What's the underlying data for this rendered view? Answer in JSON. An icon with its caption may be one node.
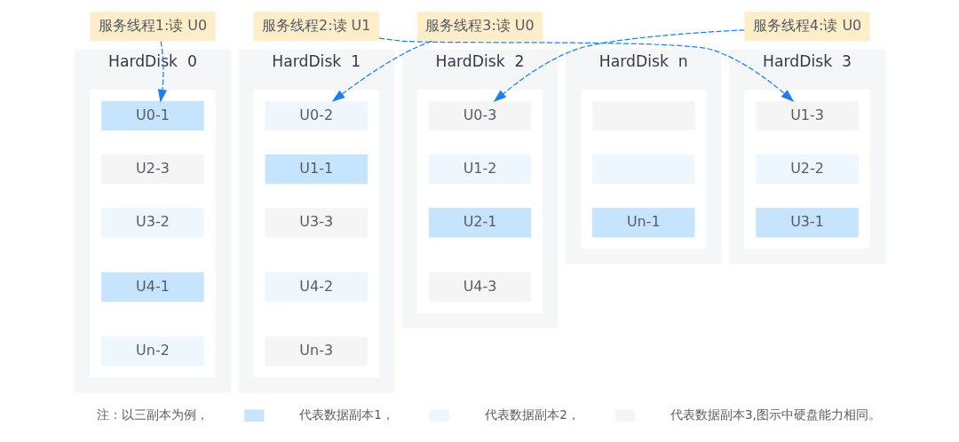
{
  "diagram": {
    "nodes": [
      {
        "text": [
          "服务线程1:读 U0"
        ]
      },
      {
        "text": [
          "服务线程2:读 U1"
        ]
      },
      {
        "text": [
          "服务线程3:读 U0"
        ]
      },
      {
        "text": [
          "服务线程4:读 U0"
        ]
      },
      {
        "text": [
          "HardDisk  0"
        ]
      },
      {
        "text": [],
        "shape": "box",
        "in": 4
      },
      {
        "text": [
          "U0-1"
        ],
        "in": 5
      },
      {
        "text": [
          "U2-3"
        ],
        "in": 5
      },
      {
        "text": [
          "U3-2"
        ],
        "in": 5
      },
      {
        "text": [
          "U4-1"
        ],
        "in": 5
      },
      {
        "text": [
          "Un-2"
        ],
        "in": 5
      },
      {
        "text": [
          "HardDisk  1"
        ]
      },
      {
        "text": [],
        "shape": "box",
        "in": 11
      },
      {
        "text": [
          "U0-2"
        ],
        "in": 12
      },
      {
        "text": [
          "U1-1"
        ],
        "in": 12
      },
      {
        "text": [
          "U3-3"
        ],
        "in": 12
      },
      {
        "text": [
          "U4-2"
        ],
        "in": 12
      },
      {
        "text": [
          "Un-3"
        ],
        "in": 12
      },
      {
        "text": [
          "HardDisk  2"
        ]
      },
      {
        "text": [],
        "shape": "box",
        "in": 18
      },
      {
        "text": [
          "U0-3"
        ],
        "in": 19
      },
      {
        "text": [
          "U1-2"
        ],
        "in": 19
      },
      {
        "text": [
          "U2-1"
        ],
        "in": 19
      },
      {
        "text": [
          "U4-3"
        ],
        "in": 19
      },
      {
        "text": [
          "HardDisk  3"
        ]
      },
      {
        "text": [],
        "shape": "box",
        "in": 24
      },
      {
        "text": [
          "U1-3"
        ],
        "in": 25
      },
      {
        "text": [
          "U2-2"
        ],
        "in": 25
      },
      {
        "text": [
          "U3-1"
        ],
        "in": 25
      },
      {
        "text": [
          "HardDisk  n"
        ]
      },
      {
        "text": [],
        "shape": "box",
        "in": 29
      },
      {
        "text": [],
        "shape": "box",
        "in": 30
      },
      {
        "text": [],
        "shape": "box",
        "in": 30
      },
      {
        "text": [
          "Un-1"
        ],
        "in": 30
      }
    ],
    "edges": [
      {
        "from": 0,
        "to": 6,
        "arrow": "to",
        "style": "dashed"
      },
      {
        "from": 1,
        "to": 26,
        "arrow": "to",
        "style": "dashed"
      },
      {
        "from": 2,
        "to": 13,
        "arrow": "to",
        "style": "dashed"
      },
      {
        "from": 3,
        "to": 20,
        "arrow": "to",
        "style": "dashed"
      }
    ],
    "labels": [
      "注：以三副本为例，"
    ],
    "legend": [
      {
        "text": "代表数据副本1，",
        "color": "#c6e4fd"
      },
      {
        "text": "代表数据副本2，",
        "color": "#eef7fe"
      },
      {
        "text": "代表数据副本3,图示中硬盘能力相同。",
        "color": "#f5f5f5"
      }
    ]
  }
}
